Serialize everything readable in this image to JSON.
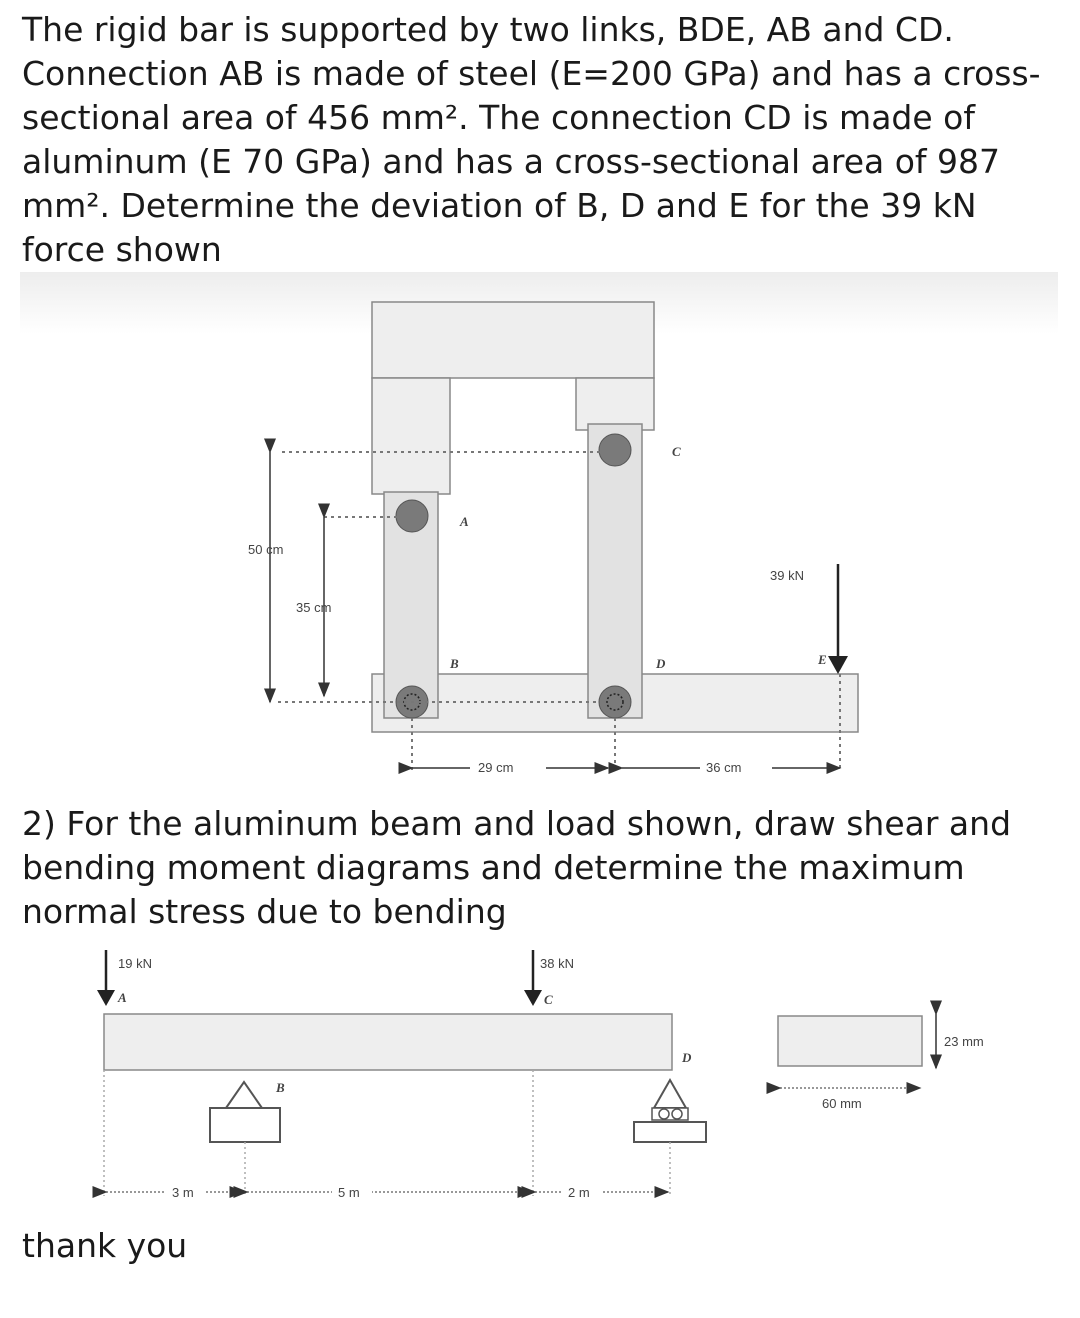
{
  "problem1": {
    "text": "The rigid bar is supported by two links, BDE, AB and CD. Connection AB is made of steel (E=200 GPa) and has a cross-sectional area of 456 mm². The connection CD is made of aluminum (E 70 GPa) and has a cross-sectional area of 987 mm². Determine the deviation of B, D and E for the 39 kN force shown",
    "figure": {
      "dim_50": "50 cm",
      "dim_35": "35 cm",
      "dim_29": "29 cm",
      "dim_36": "36 cm",
      "load": "39 kN",
      "label_A": "A",
      "label_B": "B",
      "label_C": "C",
      "label_D": "D",
      "label_E": "E"
    }
  },
  "problem2": {
    "text": "2) For the aluminum beam and load shown, draw shear and bending moment diagrams and determine the maximum normal stress due to bending",
    "figure": {
      "load_A": "19 kN",
      "load_C": "38 kN",
      "label_A": "A",
      "label_B": "B",
      "label_C": "C",
      "label_D": "D",
      "dim_3": "3 m",
      "dim_5": "5 m",
      "dim_2": "2 m",
      "section_height": "23 mm",
      "section_width": "60 mm"
    }
  },
  "closing": "thank you"
}
